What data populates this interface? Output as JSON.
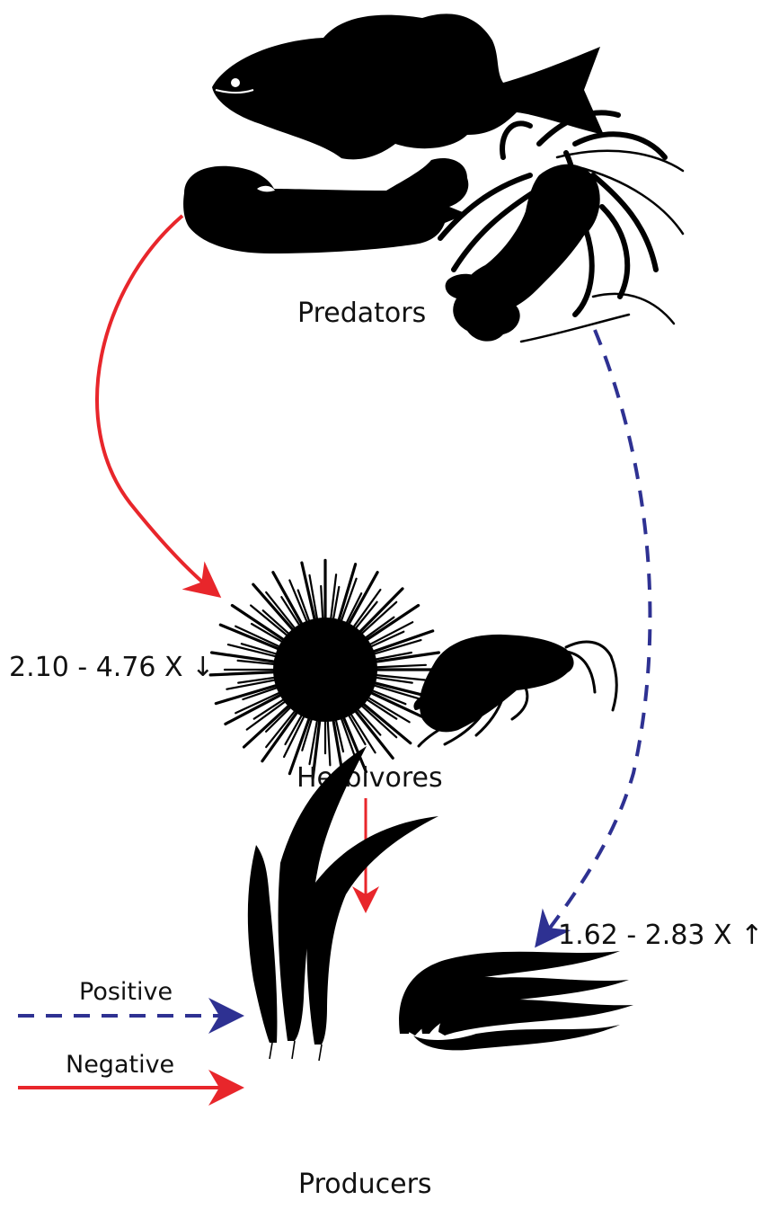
{
  "labels": {
    "predators": "Predators",
    "herbivores": "Herbivores",
    "producers": "Producers"
  },
  "effects": {
    "herbivore_change": "2.10 - 4.76 X ↓",
    "producer_change": "1.62 - 2.83 X ↑"
  },
  "legend": {
    "positive": "Positive",
    "negative": "Negative"
  },
  "colors": {
    "negative": "#e8262b",
    "positive": "#2e3192",
    "silhouette": "#000000"
  },
  "icons": [
    "fish-icon",
    "sea-otter-icon",
    "lobster-icon",
    "sea-urchin-icon",
    "isopod-icon",
    "giant-kelp-icon",
    "seagrass-icon"
  ]
}
